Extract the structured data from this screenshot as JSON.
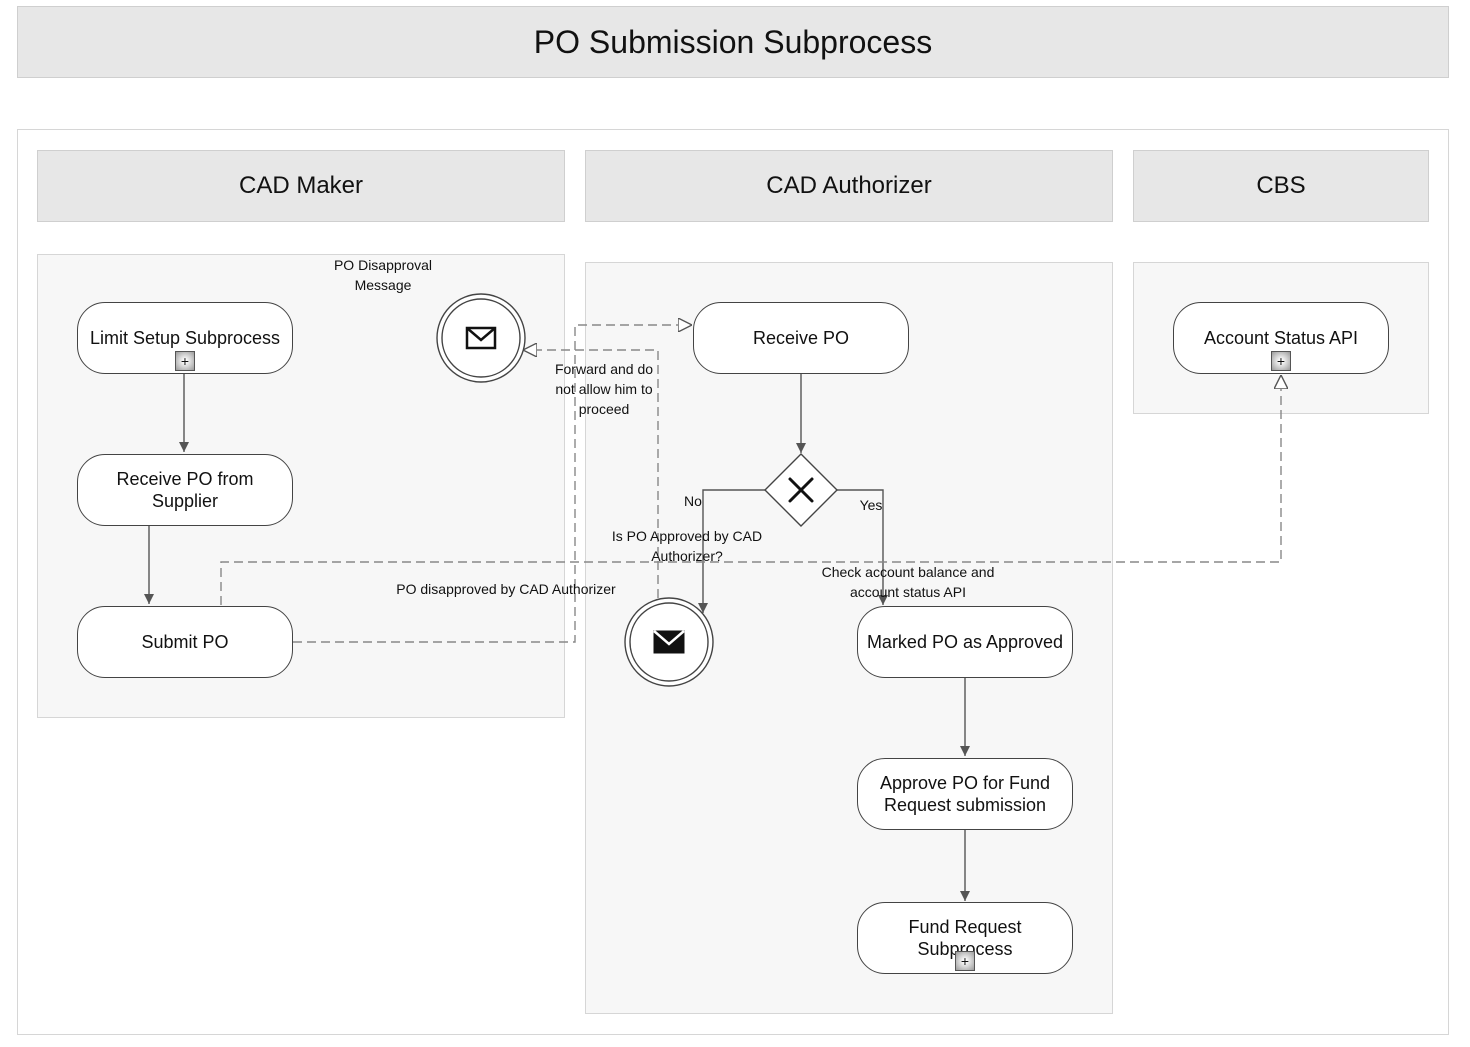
{
  "title": "PO Submission Subprocess",
  "lanes": [
    {
      "name": "CAD Maker"
    },
    {
      "name": "CAD Authorizer"
    },
    {
      "name": "CBS"
    }
  ],
  "tasks": {
    "limit_setup": "Limit Setup Subprocess",
    "receive_from_supplier": "Receive PO from Supplier",
    "submit_po": "Submit PO",
    "receive_po": "Receive PO",
    "marked_approved": "Marked PO as Approved",
    "approve_fund_request": "Approve PO for Fund Request submission",
    "fund_request_subprocess": "Fund Request Subprocess",
    "account_status_api": "Account Status API"
  },
  "subprocess_marker": "+",
  "labels": {
    "po_disapproval_message": "PO Disapproval Message",
    "forward_not_allow": "Forward and do not allow him to proceed",
    "gateway_question": "Is PO Approved by CAD Authorizer?",
    "no": "No",
    "yes": "Yes",
    "po_disapproved": "PO disapproved by CAD Authorizer",
    "check_account": "Check account balance and account status API"
  },
  "icons": {
    "gateway": "exclusive-gateway-x-icon",
    "message_event": "envelope-icon"
  }
}
